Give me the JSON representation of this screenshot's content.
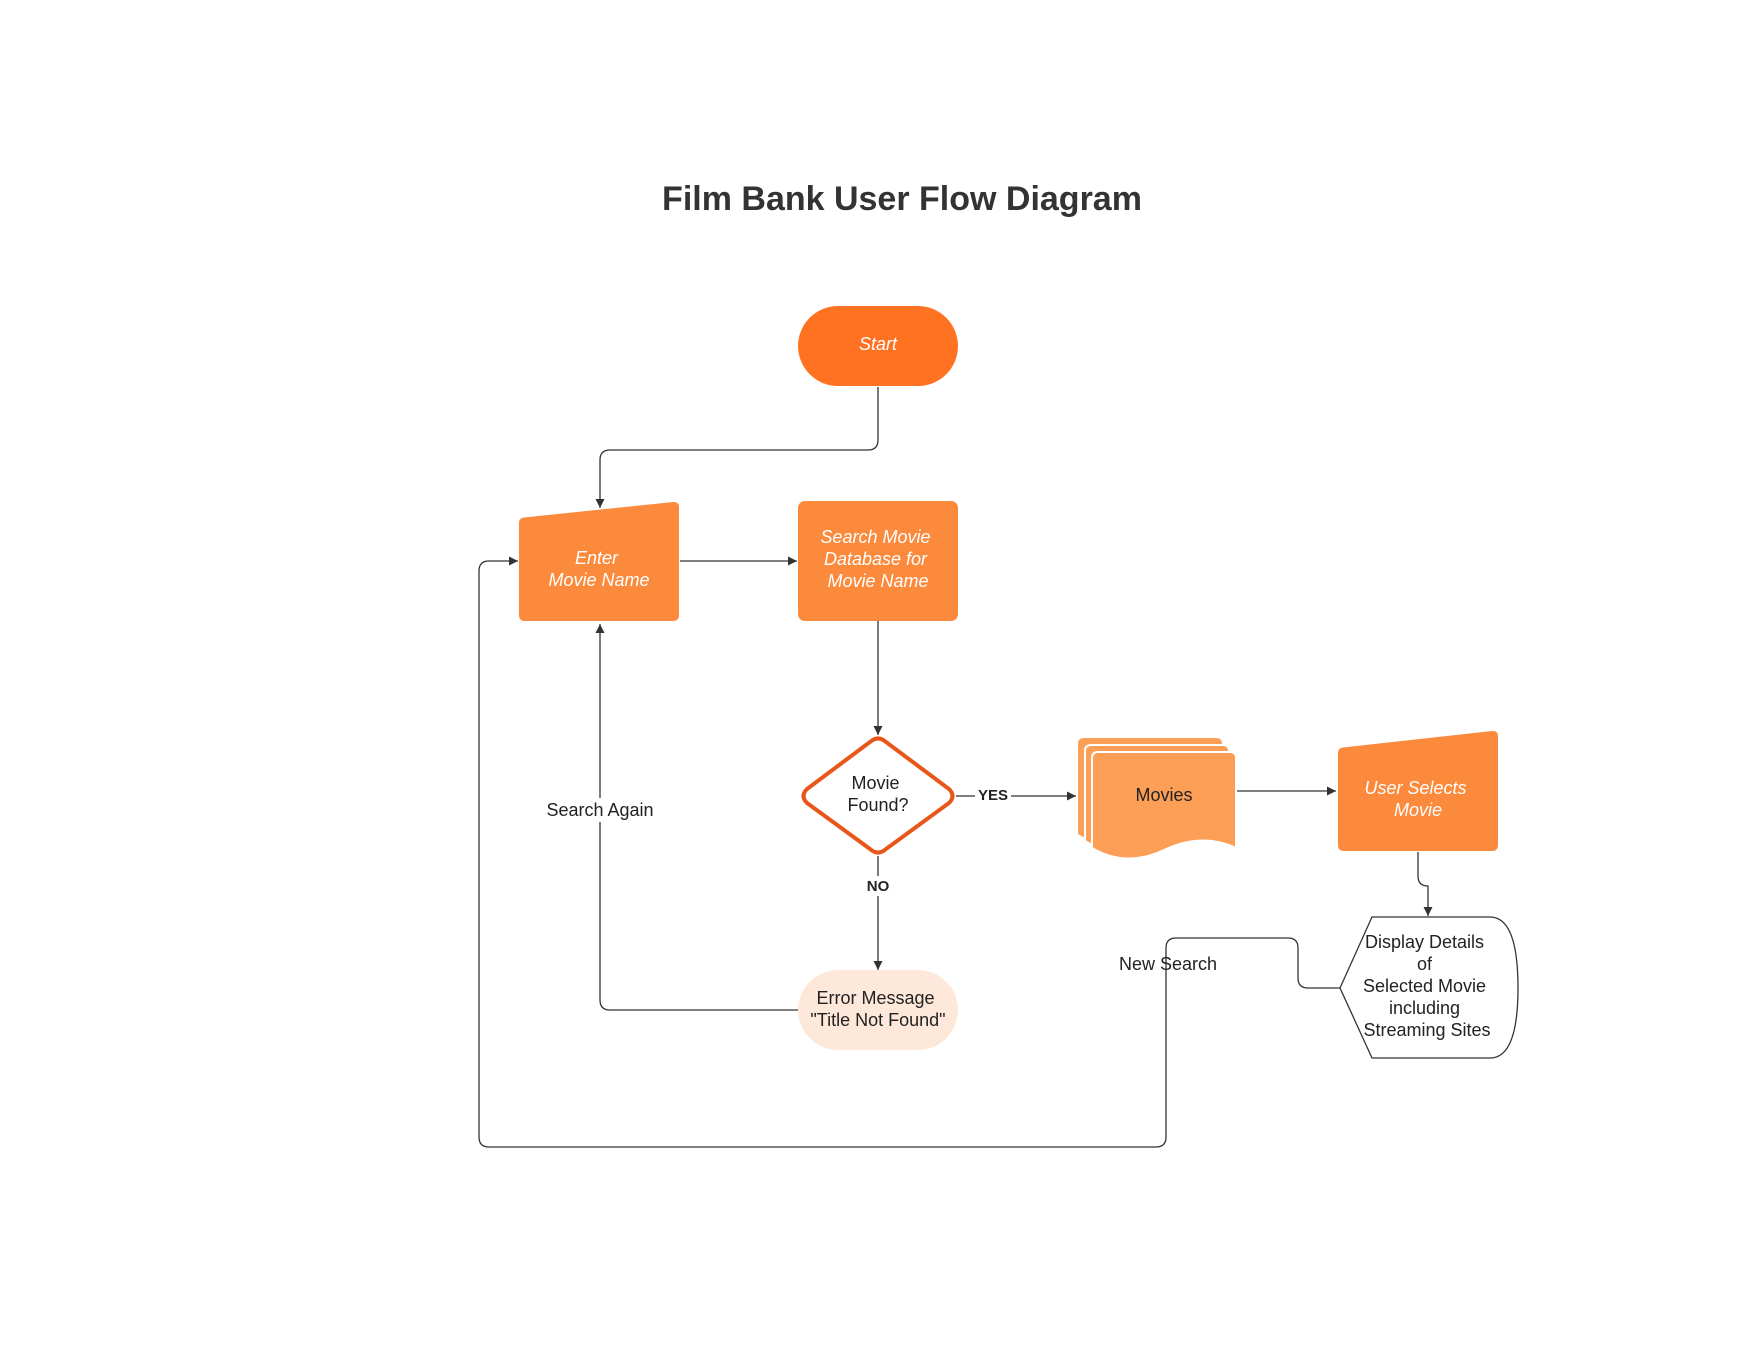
{
  "title": "Film Bank User  Flow Diagram",
  "colors": {
    "orange_dark": "#ff7222",
    "orange": "#fb8a3c",
    "orange_light": "#fd9e57",
    "peach": "#fde8da",
    "decision_stroke": "#e8561a",
    "line": "#333333"
  },
  "nodes": {
    "start": {
      "lines": [
        "Start"
      ]
    },
    "enter": {
      "lines": [
        "Enter",
        "Movie Name"
      ]
    },
    "search": {
      "lines": [
        "Search Movie",
        "Database for",
        "Movie Name"
      ]
    },
    "decision": {
      "lines": [
        "Movie",
        "Found?"
      ]
    },
    "movies": {
      "lines": [
        "Movies"
      ]
    },
    "user_selects": {
      "lines": [
        "User Selects",
        "Movie"
      ]
    },
    "display": {
      "lines": [
        "Display Details",
        "of",
        "Selected Movie",
        "including",
        "Streaming Sites"
      ]
    },
    "error": {
      "lines": [
        "Error Message",
        "\"Title Not Found\""
      ]
    }
  },
  "edge_labels": {
    "yes": "YES",
    "no": "NO",
    "search_again": "Search Again",
    "new_search": "New Search"
  }
}
